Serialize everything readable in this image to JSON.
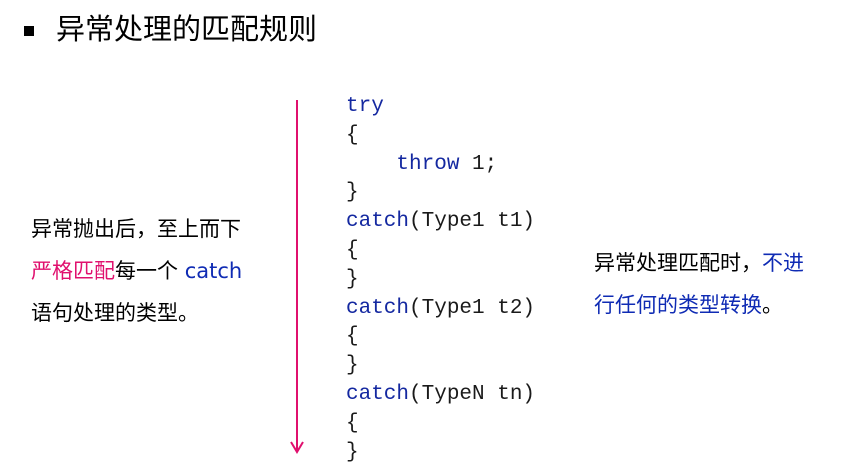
{
  "slide": {
    "title": "异常处理的匹配规则"
  },
  "left_note": {
    "line1": "异常抛出后，至上而下",
    "line2_highlight": "严格匹配",
    "line2_mid": "每一个 ",
    "line2_keyword": "catch",
    "line3": "语句处理的类型。"
  },
  "code": {
    "lines": [
      {
        "keyword": "try",
        "text": ""
      },
      {
        "keyword": "",
        "text": "{"
      },
      {
        "keyword": "throw",
        "indent": "    ",
        "text": " 1;"
      },
      {
        "keyword": "",
        "text": "}"
      },
      {
        "keyword": "catch",
        "text": "(Type1 t1)"
      },
      {
        "keyword": "",
        "text": "{"
      },
      {
        "keyword": "",
        "text": "}"
      },
      {
        "keyword": "catch",
        "text": "(Type1 t2)"
      },
      {
        "keyword": "",
        "text": "{"
      },
      {
        "keyword": "",
        "text": "}"
      },
      {
        "keyword": "catch",
        "text": "(TypeN tn)"
      },
      {
        "keyword": "",
        "text": "{"
      },
      {
        "keyword": "",
        "text": "}"
      }
    ]
  },
  "right_note": {
    "line1_plain": "异常处理匹配时，",
    "line1_blue": "不进",
    "line2_blue": "行任何的类型转换",
    "line2_plain": "。"
  },
  "colors": {
    "highlight_pink": "#e0106e",
    "keyword_blue": "#1428a0",
    "note_blue": "#0f2bb4",
    "arrow": "#e0106e"
  },
  "icons": {
    "bullet": "square-bullet-icon",
    "arrow": "down-arrow-icon"
  }
}
